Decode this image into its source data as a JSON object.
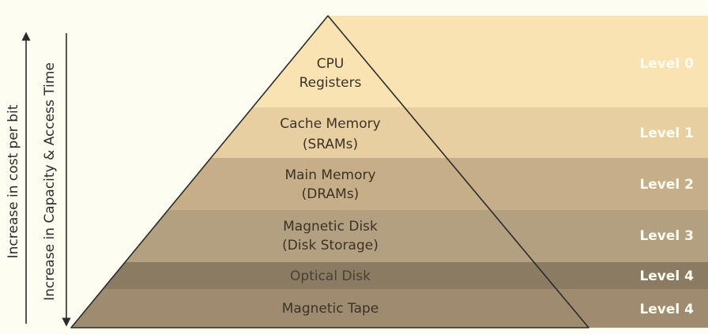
{
  "axes": {
    "cost_label": "Increase in cost per bit",
    "capacity_label": "Increase in Capacity & Access Time"
  },
  "tiers": [
    {
      "line1": "CPU",
      "line2": "Registers",
      "level": "Level 0",
      "color": "#fae3b3"
    },
    {
      "line1": "Cache Memory",
      "line2": "(SRAMs)",
      "level": "Level 1",
      "color": "#e8cfa1"
    },
    {
      "line1": "Main Memory",
      "line2": "(DRAMs)",
      "level": "Level 2",
      "color": "#c5ae88"
    },
    {
      "line1": "Magnetic Disk",
      "line2": "(Disk Storage)",
      "level": "Level 3",
      "color": "#b3a080"
    },
    {
      "line1": "Optical Disk",
      "line2": "",
      "level": "Level 4",
      "color": "#8b7b62"
    },
    {
      "line1": "Magnetic Tape",
      "line2": "",
      "level": "Level 4",
      "color": "#9f8c70"
    }
  ],
  "colors": {
    "background": "#fefdf1",
    "outline": "#2b2b2b",
    "level_text": "#fefdf1"
  }
}
